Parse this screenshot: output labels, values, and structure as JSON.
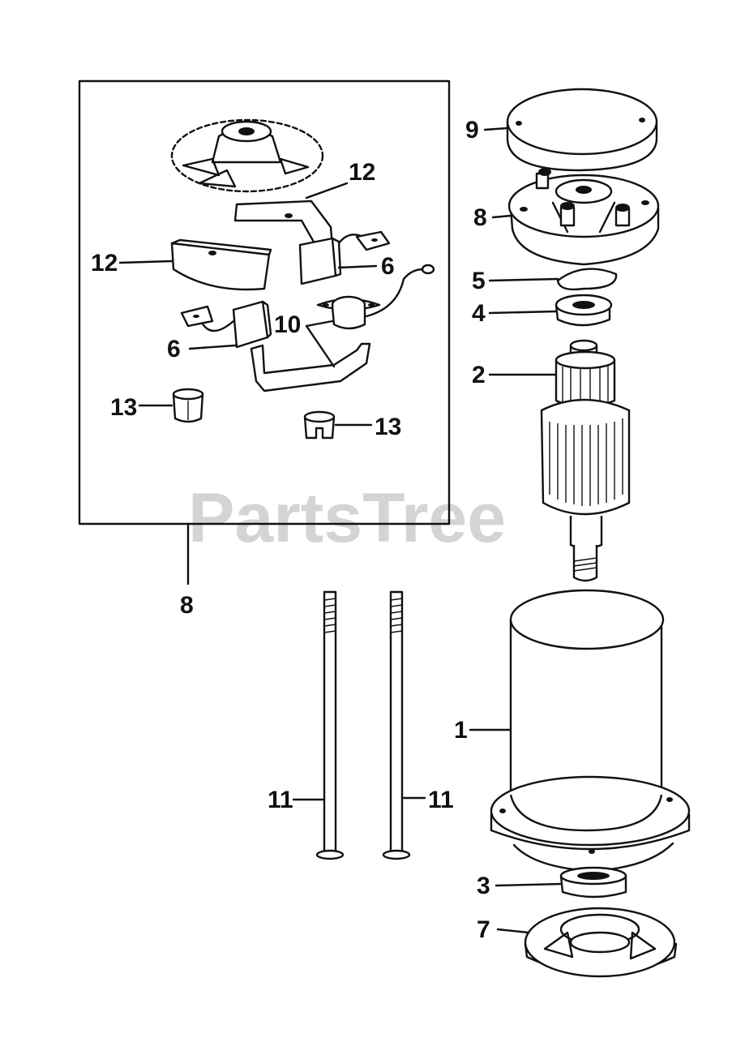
{
  "watermark": "PartsTree",
  "callouts": {
    "c1": "1",
    "c2": "2",
    "c3": "3",
    "c4": "4",
    "c5": "5",
    "c6a": "6",
    "c6b": "6",
    "c7": "7",
    "c8_top": "8",
    "c8_kit": "8",
    "c9": "9",
    "c10": "10",
    "c11a": "11",
    "c11b": "11",
    "c12a": "12",
    "c12b": "12",
    "c13a": "13",
    "c13b": "13"
  }
}
